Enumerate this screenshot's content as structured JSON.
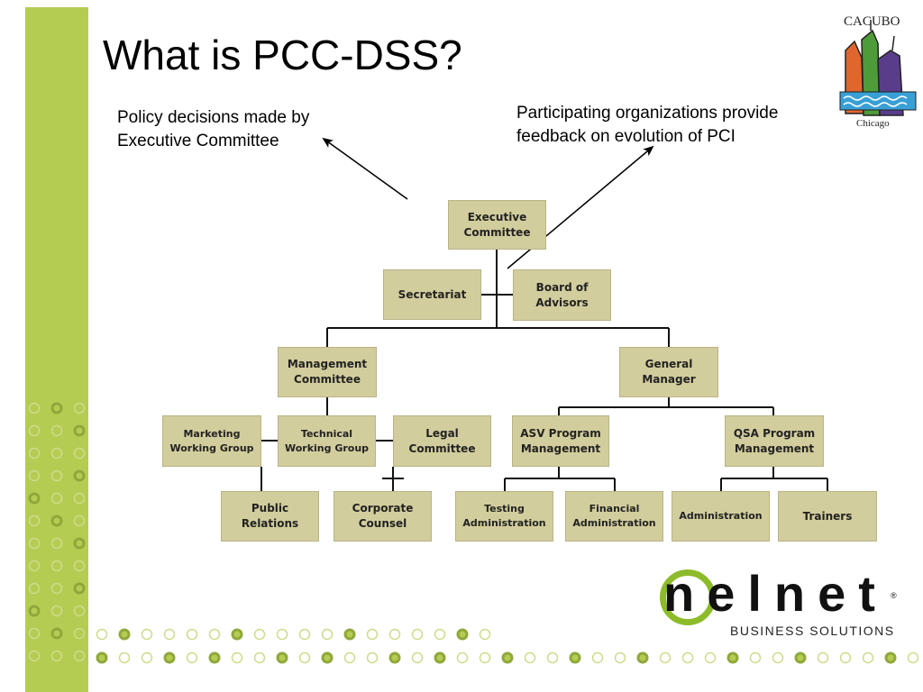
{
  "slide": {
    "title": "What is PCC-DSS?",
    "note_left": [
      "Policy decisions made by",
      "Executive Committee"
    ],
    "note_right": [
      "Participating organizations provide",
      "feedback on evolution of PCI"
    ]
  },
  "org": {
    "executive": [
      "Executive",
      "Committee"
    ],
    "secretariat": [
      "Secretariat"
    ],
    "board": [
      "Board of",
      "Advisors"
    ],
    "management": [
      "Management",
      "Committee"
    ],
    "general_manager": [
      "General",
      "Manager"
    ],
    "marketing": [
      "Marketing",
      "Working Group"
    ],
    "technical": [
      "Technical",
      "Working Group"
    ],
    "legal": [
      "Legal",
      "Committee"
    ],
    "asv": [
      "ASV Program",
      "Management"
    ],
    "qsa": [
      "QSA Program",
      "Management"
    ],
    "public_relations": [
      "Public",
      "Relations"
    ],
    "corporate_counsel": [
      "Corporate",
      "Counsel"
    ],
    "testing": [
      "Testing",
      "Administration"
    ],
    "financial": [
      "Financial",
      "Administration"
    ],
    "administration": [
      "Administration"
    ],
    "trainers": [
      "Trainers"
    ]
  },
  "logos": {
    "cacubo_top": "CACUBO",
    "cacubo_bottom": "Chicago",
    "nelnet_word": "nelnet",
    "nelnet_mark": "®",
    "nelnet_sub": "BUSINESS SOLUTIONS"
  },
  "colors": {
    "accent_green": "#b5cc53",
    "box_fill": "#d2cd9c",
    "nelnet_green": "#8dbb2a"
  }
}
